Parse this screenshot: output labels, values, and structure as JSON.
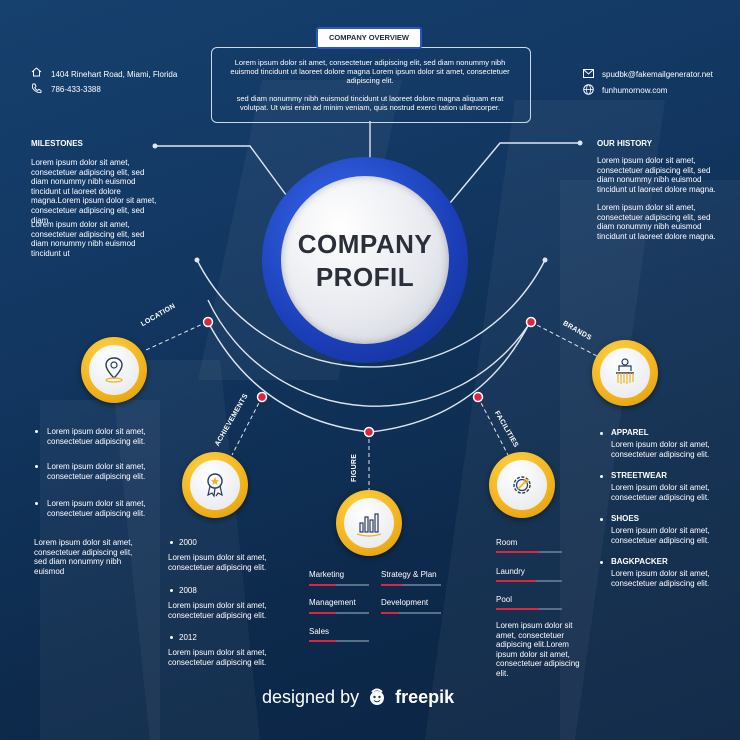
{
  "overview": {
    "tag": "COMPANY OVERVIEW",
    "para1": "Lorem ipsum dolor sit amet, consectetuer adipiscing elit, sed diam nonummy nibh euismod tincidunt ut laoreet dolore magna Lorem ipsum dolor sit amet, consectetuer adipiscing elit.",
    "para2": "sed diam nonummy nibh euismod tincidunt ut laoreet dolore magna aliquam erat volutpat. Ut wisi enim ad minim veniam, quis nostrud exerci tation ullamcorper."
  },
  "contact": {
    "address": "1404  Rinehart Road, Miami, Florida",
    "phone": "786-433-3388",
    "email": "spudbk@fakemailgenerator.net",
    "website": "funhumornow.com"
  },
  "center_title_1": "COMPANY",
  "center_title_2": "PROFIL",
  "milestones": {
    "title": "MILESTONES",
    "para1": "Lorem ipsum dolor sit amet, consectetuer adipiscing elit, sed diam nonummy nibh euismod tincidunt ut laoreet dolore magna.Lorem ipsum dolor sit amet, consectetuer adipiscing elit, sed diam",
    "para2": "Lorem ipsum dolor sit amet, consectetuer adipiscing elit, sed diam nonummy nibh euismod tincidunt ut"
  },
  "history": {
    "title": "OUR HISTORY",
    "para1": "Lorem ipsum dolor sit amet, consectetuer adipiscing elit, sed diam nonummy nibh euismod tincidunt ut laoreet dolore magna.",
    "para2": "Lorem ipsum dolor sit amet, consectetuer adipiscing elit, sed diam nonummy nibh euismod tincidunt ut laoreet dolore magna."
  },
  "labels": {
    "location": "LOCATION",
    "achievements": "ACHIEVEMENTS",
    "figure": "FIGURE",
    "facilities": "FACILITIES",
    "brands": "BRANDS"
  },
  "location_bullets": [
    "Lorem ipsum dolor sit amet, consectetuer adipiscing elit.",
    "Lorem ipsum dolor sit amet, consectetuer adipiscing elit.",
    "Lorem ipsum dolor sit amet, consectetuer adipiscing elit."
  ],
  "location_para": "Lorem ipsum dolor sit amet, consectetuer adipiscing elit, sed diam nonummy nibh euismod",
  "achievements": [
    {
      "year": "2000",
      "text": "Lorem ipsum dolor sit amet, consectetuer adipiscing elit."
    },
    {
      "year": "2008",
      "text": "Lorem ipsum dolor sit amet, consectetuer adipiscing elit."
    },
    {
      "year": "2012",
      "text": "Lorem ipsum dolor sit amet, consectetuer adipiscing elit."
    }
  ],
  "figure_bars": [
    {
      "label": "Marketing",
      "value": 0.45
    },
    {
      "label": "Strategy & Plan",
      "value": 0.35
    },
    {
      "label": "Management",
      "value": 0.45
    },
    {
      "label": "Development",
      "value": 0.3
    },
    {
      "label": "Sales",
      "value": 0.45
    }
  ],
  "facilities_bars": [
    {
      "label": "Room",
      "value": 0.65
    },
    {
      "label": "Laundry",
      "value": 0.6
    },
    {
      "label": "Pool",
      "value": 0.65
    }
  ],
  "facilities_para": "Lorem ipsum dolor sit amet, consectetuer adipiscing elit.Lorem ipsum dolor sit amet, consectetuer adipiscing elit.",
  "brands": [
    {
      "name": "APPAREL",
      "text": "Lorem ipsum dolor sit amet, consectetuer adipiscing elit."
    },
    {
      "name": "STREETWEAR",
      "text": "Lorem ipsum dolor sit amet, consectetuer adipiscing elit."
    },
    {
      "name": "SHOES",
      "text": "Lorem ipsum dolor sit amet, consectetuer adipiscing elit."
    },
    {
      "name": "BAGKPACKER",
      "text": "Lorem ipsum dolor sit amet, consectetuer adipiscing elit."
    }
  ],
  "footer": {
    "designed": "designed by",
    "brand": "freepik"
  },
  "colors": {
    "accent_blue": "#2f55c8",
    "node_yellow": "#f2b21c",
    "bar_red": "#e0233e",
    "bg": "#123761"
  }
}
